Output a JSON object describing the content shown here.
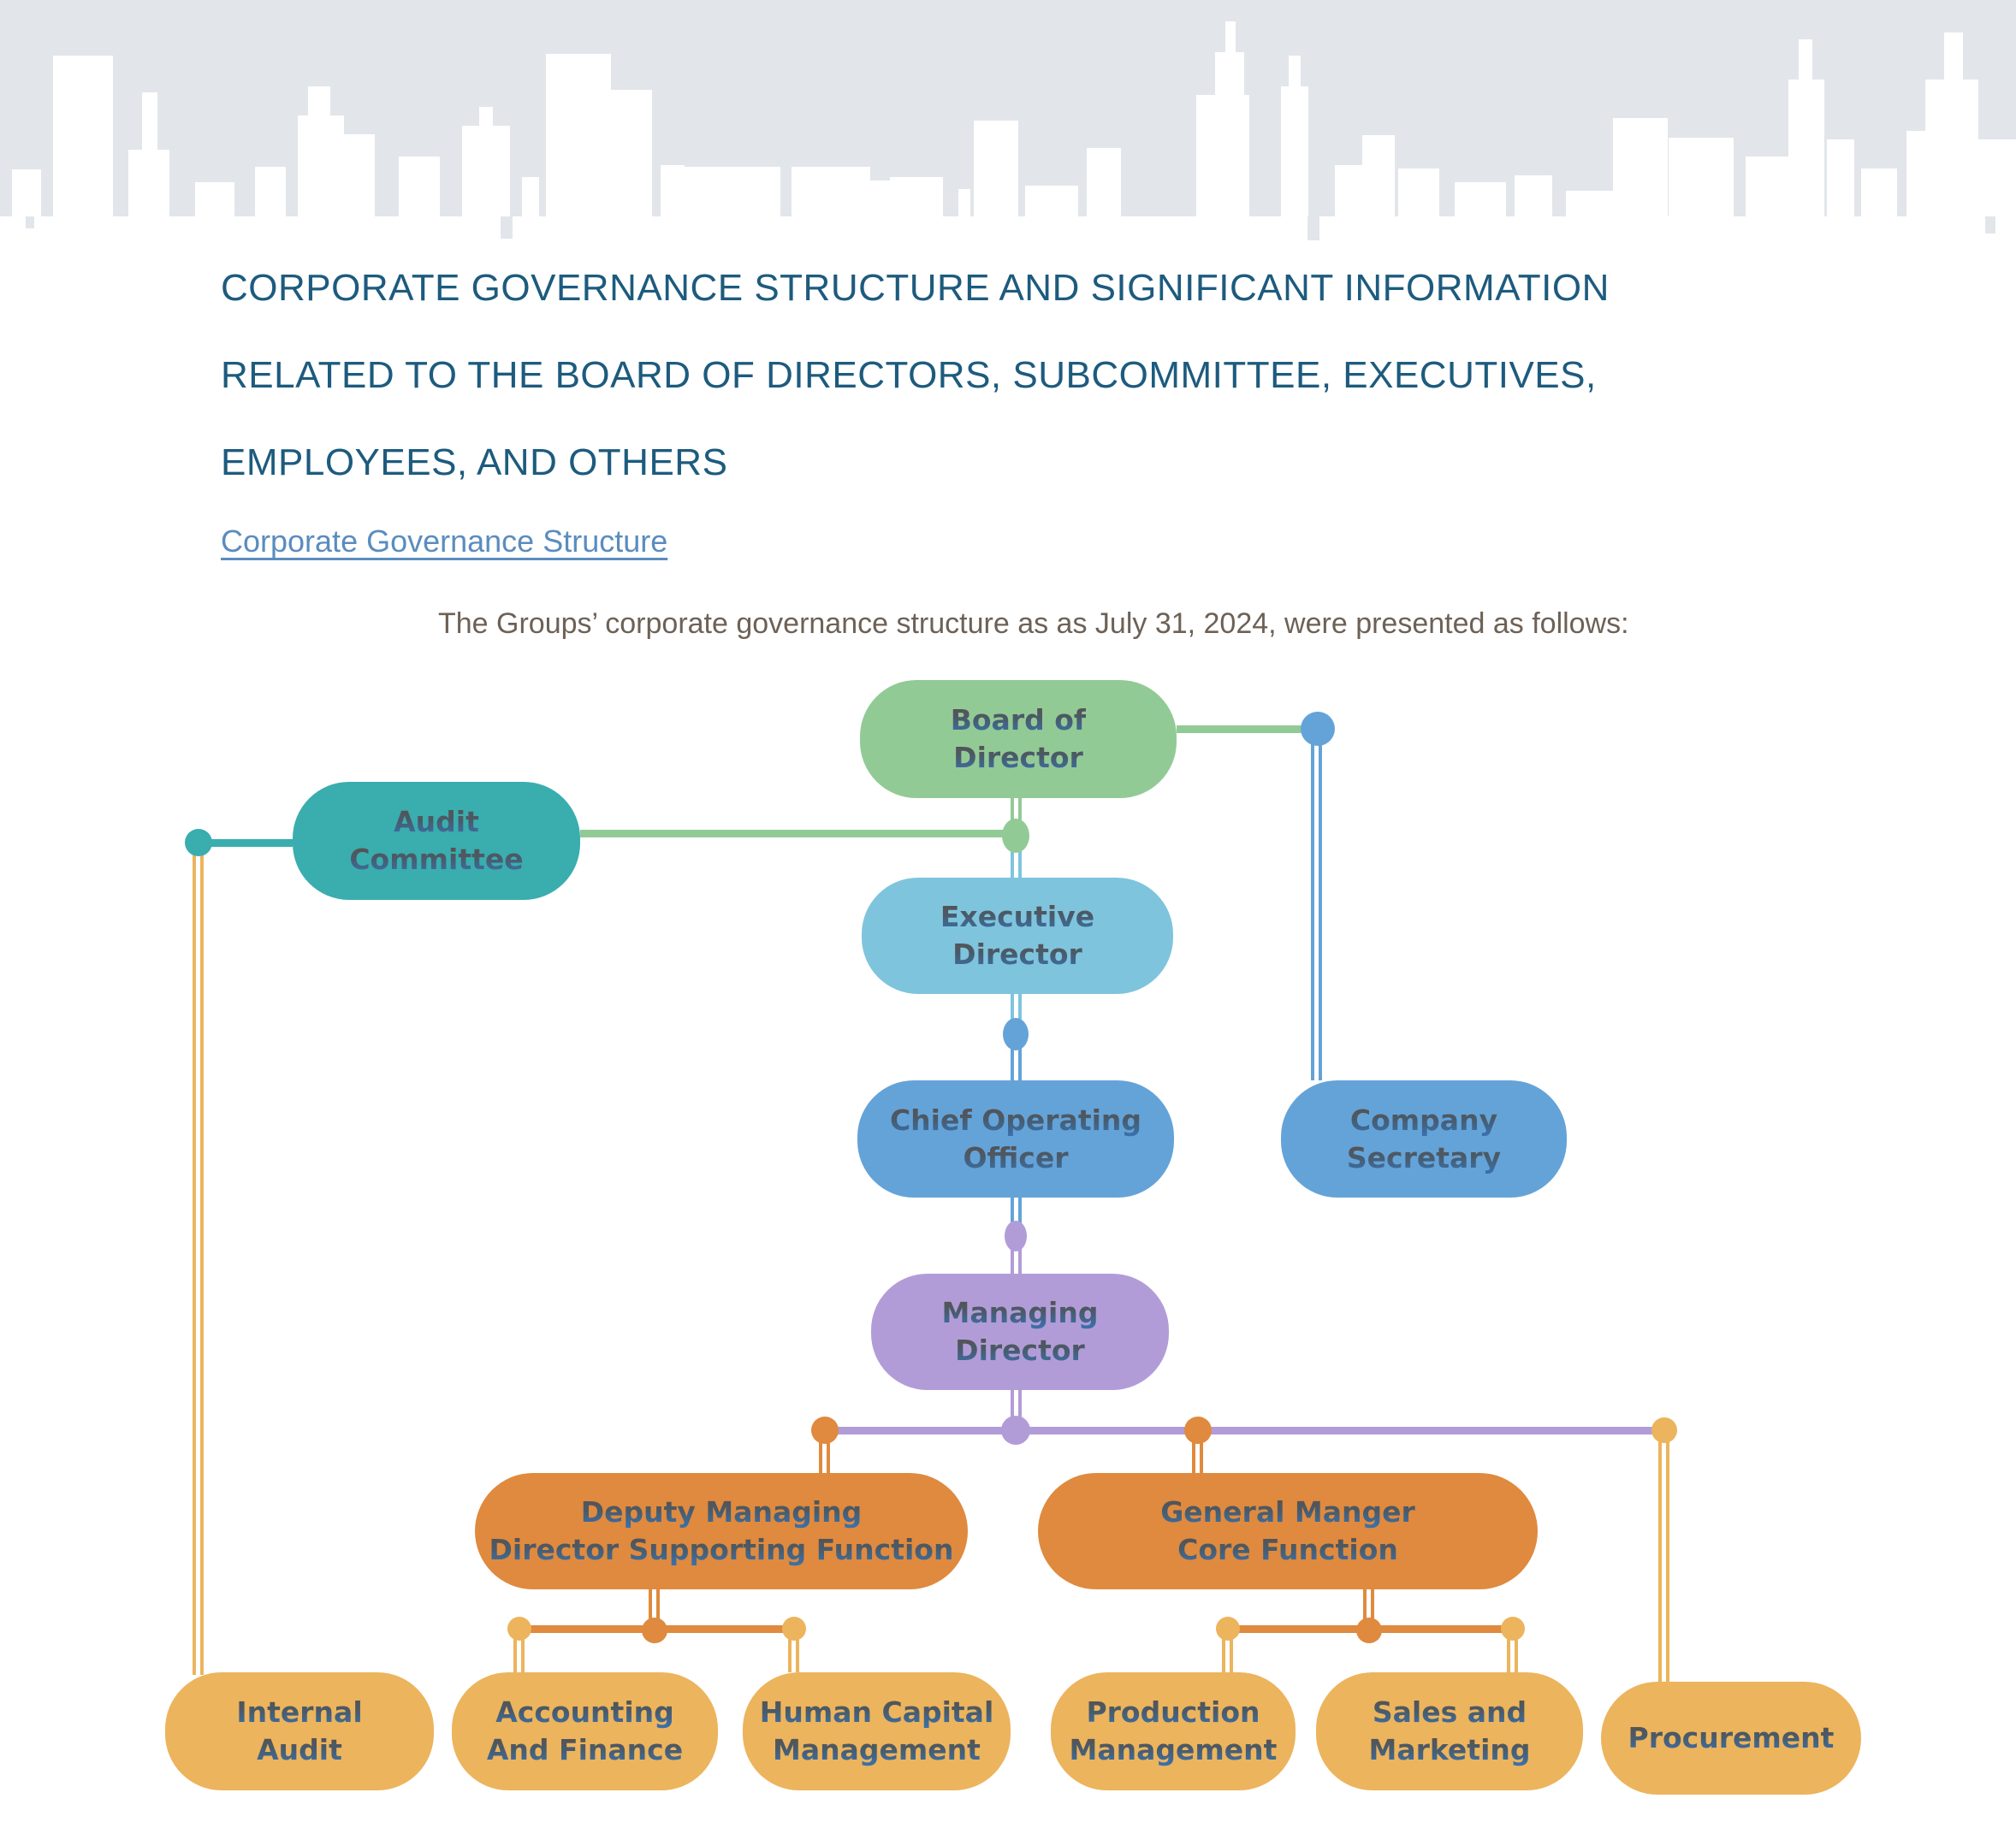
{
  "header": {
    "title_lines": [
      "CORPORATE GOVERNANCE STRUCTURE AND SIGNIFICANT INFORMATION",
      "RELATED TO THE BOARD OF DIRECTORS, SUBCOMMITTEE, EXECUTIVES,",
      "EMPLOYEES, AND OTHERS"
    ],
    "section_link": "Corporate Governance Structure",
    "intro": "The Groups’ corporate governance structure as as July 31, 2024, were presented as follows:"
  },
  "org_chart": {
    "nodes": {
      "board": {
        "line1": "Board of",
        "line2": "Director"
      },
      "audit_committee": {
        "line1": "Audit",
        "line2": "Committee"
      },
      "executive_director": {
        "line1": "Executive",
        "line2": "Director"
      },
      "chief_operating_officer": {
        "line1": "Chief Operating",
        "line2": "Officer"
      },
      "company_secretary": {
        "line1": "Company",
        "line2": "Secretary"
      },
      "managing_director": {
        "line1": "Managing",
        "line2": "Director"
      },
      "deputy_md": {
        "line1": "Deputy Managing",
        "line2": "Director Supporting Function"
      },
      "general_manager": {
        "line1": "General Manger",
        "line2": "Core Function"
      },
      "internal_audit": {
        "line1": "Internal",
        "line2": "Audit"
      },
      "accounting_finance": {
        "line1": "Accounting",
        "line2": "And Finance"
      },
      "human_capital": {
        "line1": "Human Capital",
        "line2": "Management"
      },
      "production": {
        "line1": "Production",
        "line2": "Management"
      },
      "sales_marketing": {
        "line1": "Sales and",
        "line2": "Marketing"
      },
      "procurement": {
        "line1": "Procurement"
      }
    },
    "edges": [
      [
        "board",
        "audit_committee"
      ],
      [
        "board",
        "executive_director"
      ],
      [
        "board",
        "company_secretary"
      ],
      [
        "executive_director",
        "chief_operating_officer"
      ],
      [
        "chief_operating_officer",
        "managing_director"
      ],
      [
        "managing_director",
        "deputy_md"
      ],
      [
        "managing_director",
        "general_manager"
      ],
      [
        "managing_director",
        "procurement"
      ],
      [
        "audit_committee",
        "internal_audit"
      ],
      [
        "deputy_md",
        "accounting_finance"
      ],
      [
        "deputy_md",
        "human_capital"
      ],
      [
        "general_manager",
        "production"
      ],
      [
        "general_manager",
        "sales_marketing"
      ]
    ],
    "colors": {
      "board_green": "#92ca96",
      "audit_teal": "#3aadae",
      "executive_light_blue": "#7fc4dd",
      "officer_blue": "#64a3d8",
      "managing_purple": "#b29cd8",
      "function_orange": "#df8a3e",
      "department_yellow": "#ecb45d",
      "title_blue": "#1d5b7e",
      "link_blue": "#5b8cbe",
      "body_text": "#6d6156",
      "banner_gray": "#e2e6ea"
    }
  }
}
